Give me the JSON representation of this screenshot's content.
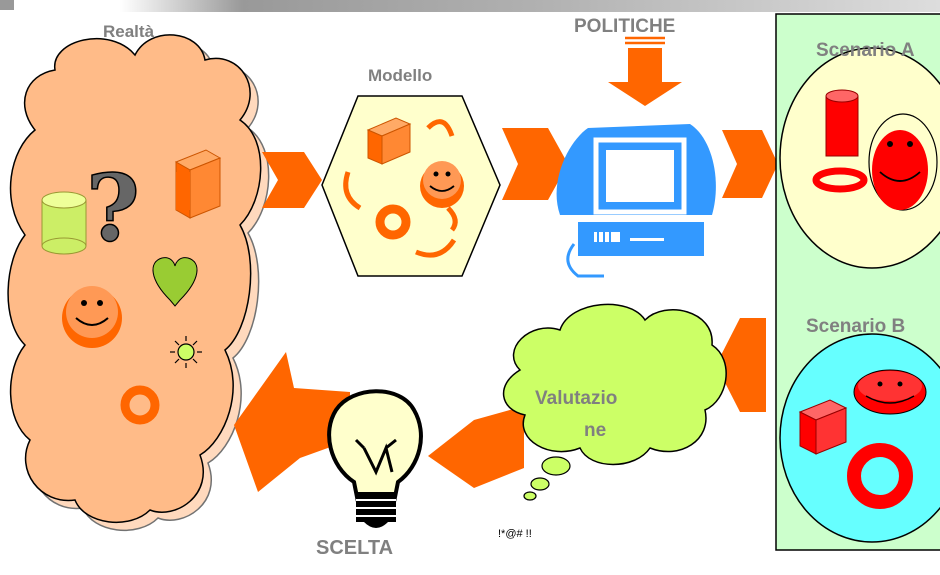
{
  "labels": {
    "realta": "Realtà",
    "modello": "Modello",
    "politiche": "POLITICHE",
    "scenario_a": "Scenario A",
    "scenario_b": "Scenario B",
    "valutazione_line1": "Valutazio",
    "valutazione_line2": "ne",
    "scelta": "SCELTA",
    "exclaim": "!*@# !!"
  },
  "colors": {
    "arrow": "#ff6600",
    "cloud": "#ffbb88",
    "hexagon": "#ffffcc",
    "scenario_panel": "#ccffcc",
    "scenario_a_fill": "#ffffcc",
    "scenario_b_fill": "#66ffff",
    "thought_cloud": "#ccff66",
    "computer": "#3399ff",
    "bulb": "#ffffcc",
    "label_text": "#808080"
  }
}
